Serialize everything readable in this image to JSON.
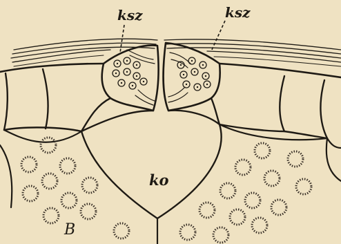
{
  "labels": {
    "ksz_left": "ksz",
    "ksz_right": "ksz",
    "ko": "ko",
    "b": "B"
  },
  "colors": {
    "paper": "#efe2c2",
    "ink": "#1e1a14",
    "stipple": "#3a3128"
  }
}
